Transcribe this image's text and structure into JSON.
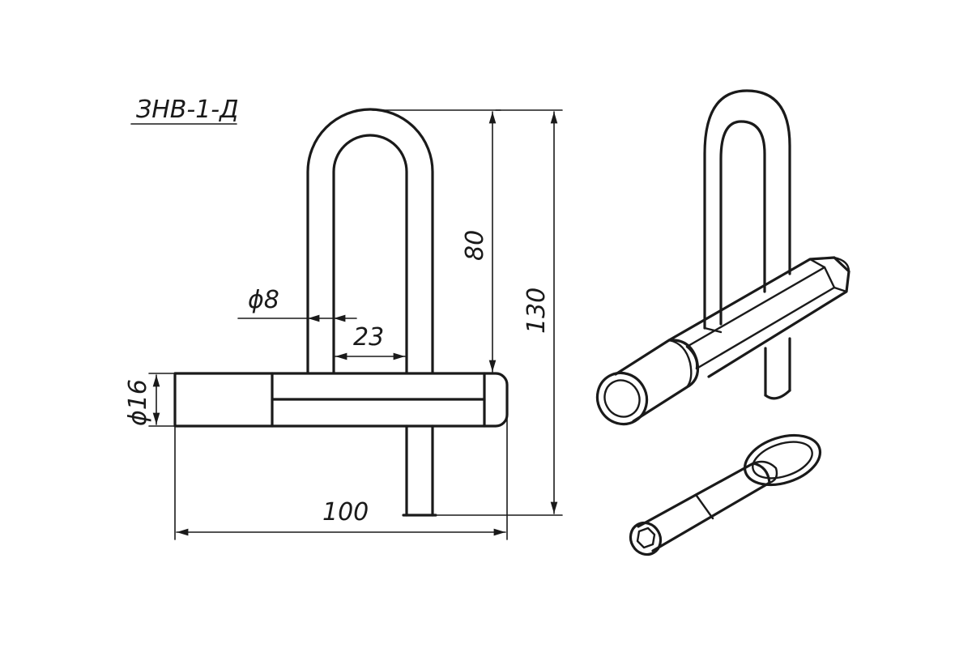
{
  "title": "ЗНВ-1-Д",
  "dimensions": {
    "rod_diameter": "ϕ8",
    "inner_width": "23",
    "inner_height": "80",
    "total_height": "130",
    "body_diameter": "ϕ16",
    "body_length": "100"
  }
}
